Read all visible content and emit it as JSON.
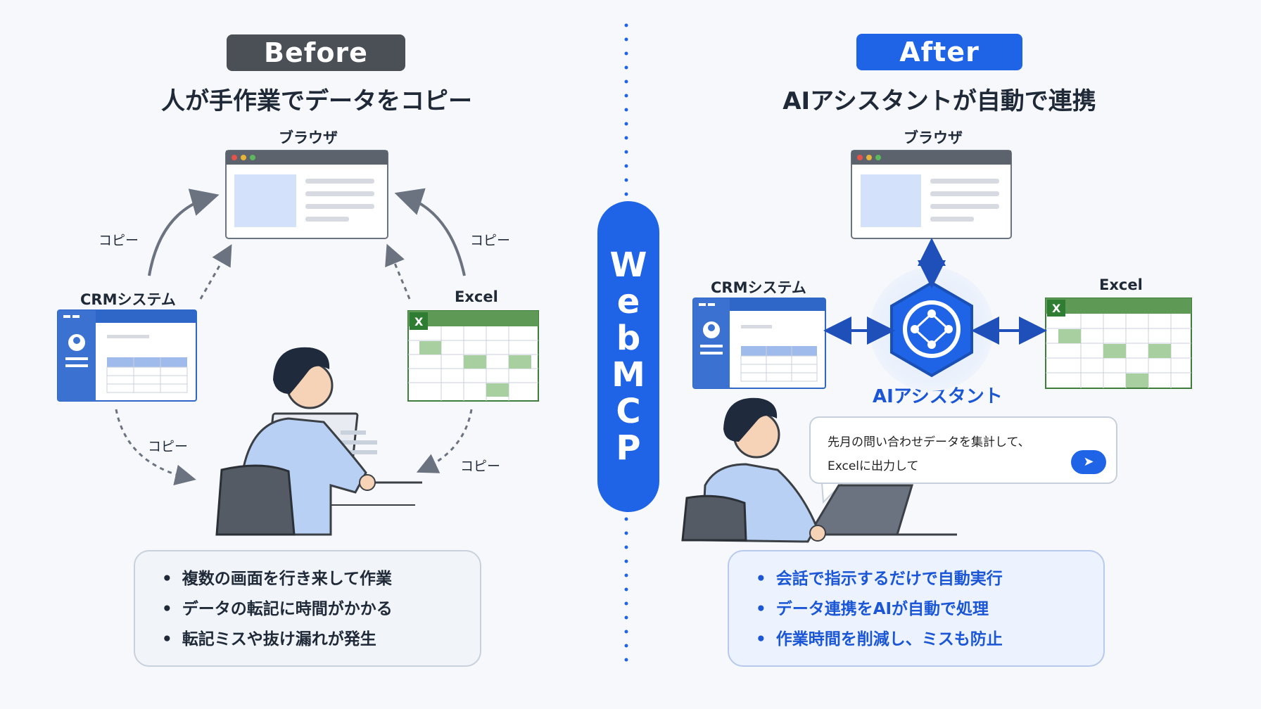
{
  "before": {
    "badge": "Before",
    "heading": "人が手作業でデータをコピー",
    "browser_label": "ブラウザ",
    "crm_label": "CRMシステム",
    "excel_label": "Excel",
    "copy_labels": [
      "コピー",
      "コピー",
      "コピー",
      "コピー"
    ],
    "bullets": [
      "複数の画面を行き来して作業",
      "データの転記に時間がかかる",
      "転記ミスや抜け漏れが発生"
    ]
  },
  "divider": {
    "letters": [
      "W",
      "e",
      "b",
      "M",
      "C",
      "P"
    ]
  },
  "after": {
    "badge": "After",
    "heading": "AIアシスタントが自動で連携",
    "browser_label": "ブラウザ",
    "crm_label": "CRMシステム",
    "excel_label": "Excel",
    "ai_label": "AIアシスタント",
    "chat_line1": "先月の問い合わせデータを集計して、",
    "chat_line2": "Excelに出力して",
    "bullets": [
      "会話で指示するだけで自動実行",
      "データ連携をAIが自動で処理",
      "作業時間を削減し、ミスも防止"
    ]
  },
  "colors": {
    "before_badge": "#4b4f56",
    "after_badge": "#1f63e6",
    "excel_green": "#3f7d3c",
    "crm_blue": "#2f67c8",
    "accent_blue": "#1f63e6"
  },
  "icons": [
    "browser-window-icon",
    "crm-app-icon",
    "excel-sheet-icon",
    "ai-hexagon-icon",
    "send-icon",
    "person-illustration"
  ]
}
